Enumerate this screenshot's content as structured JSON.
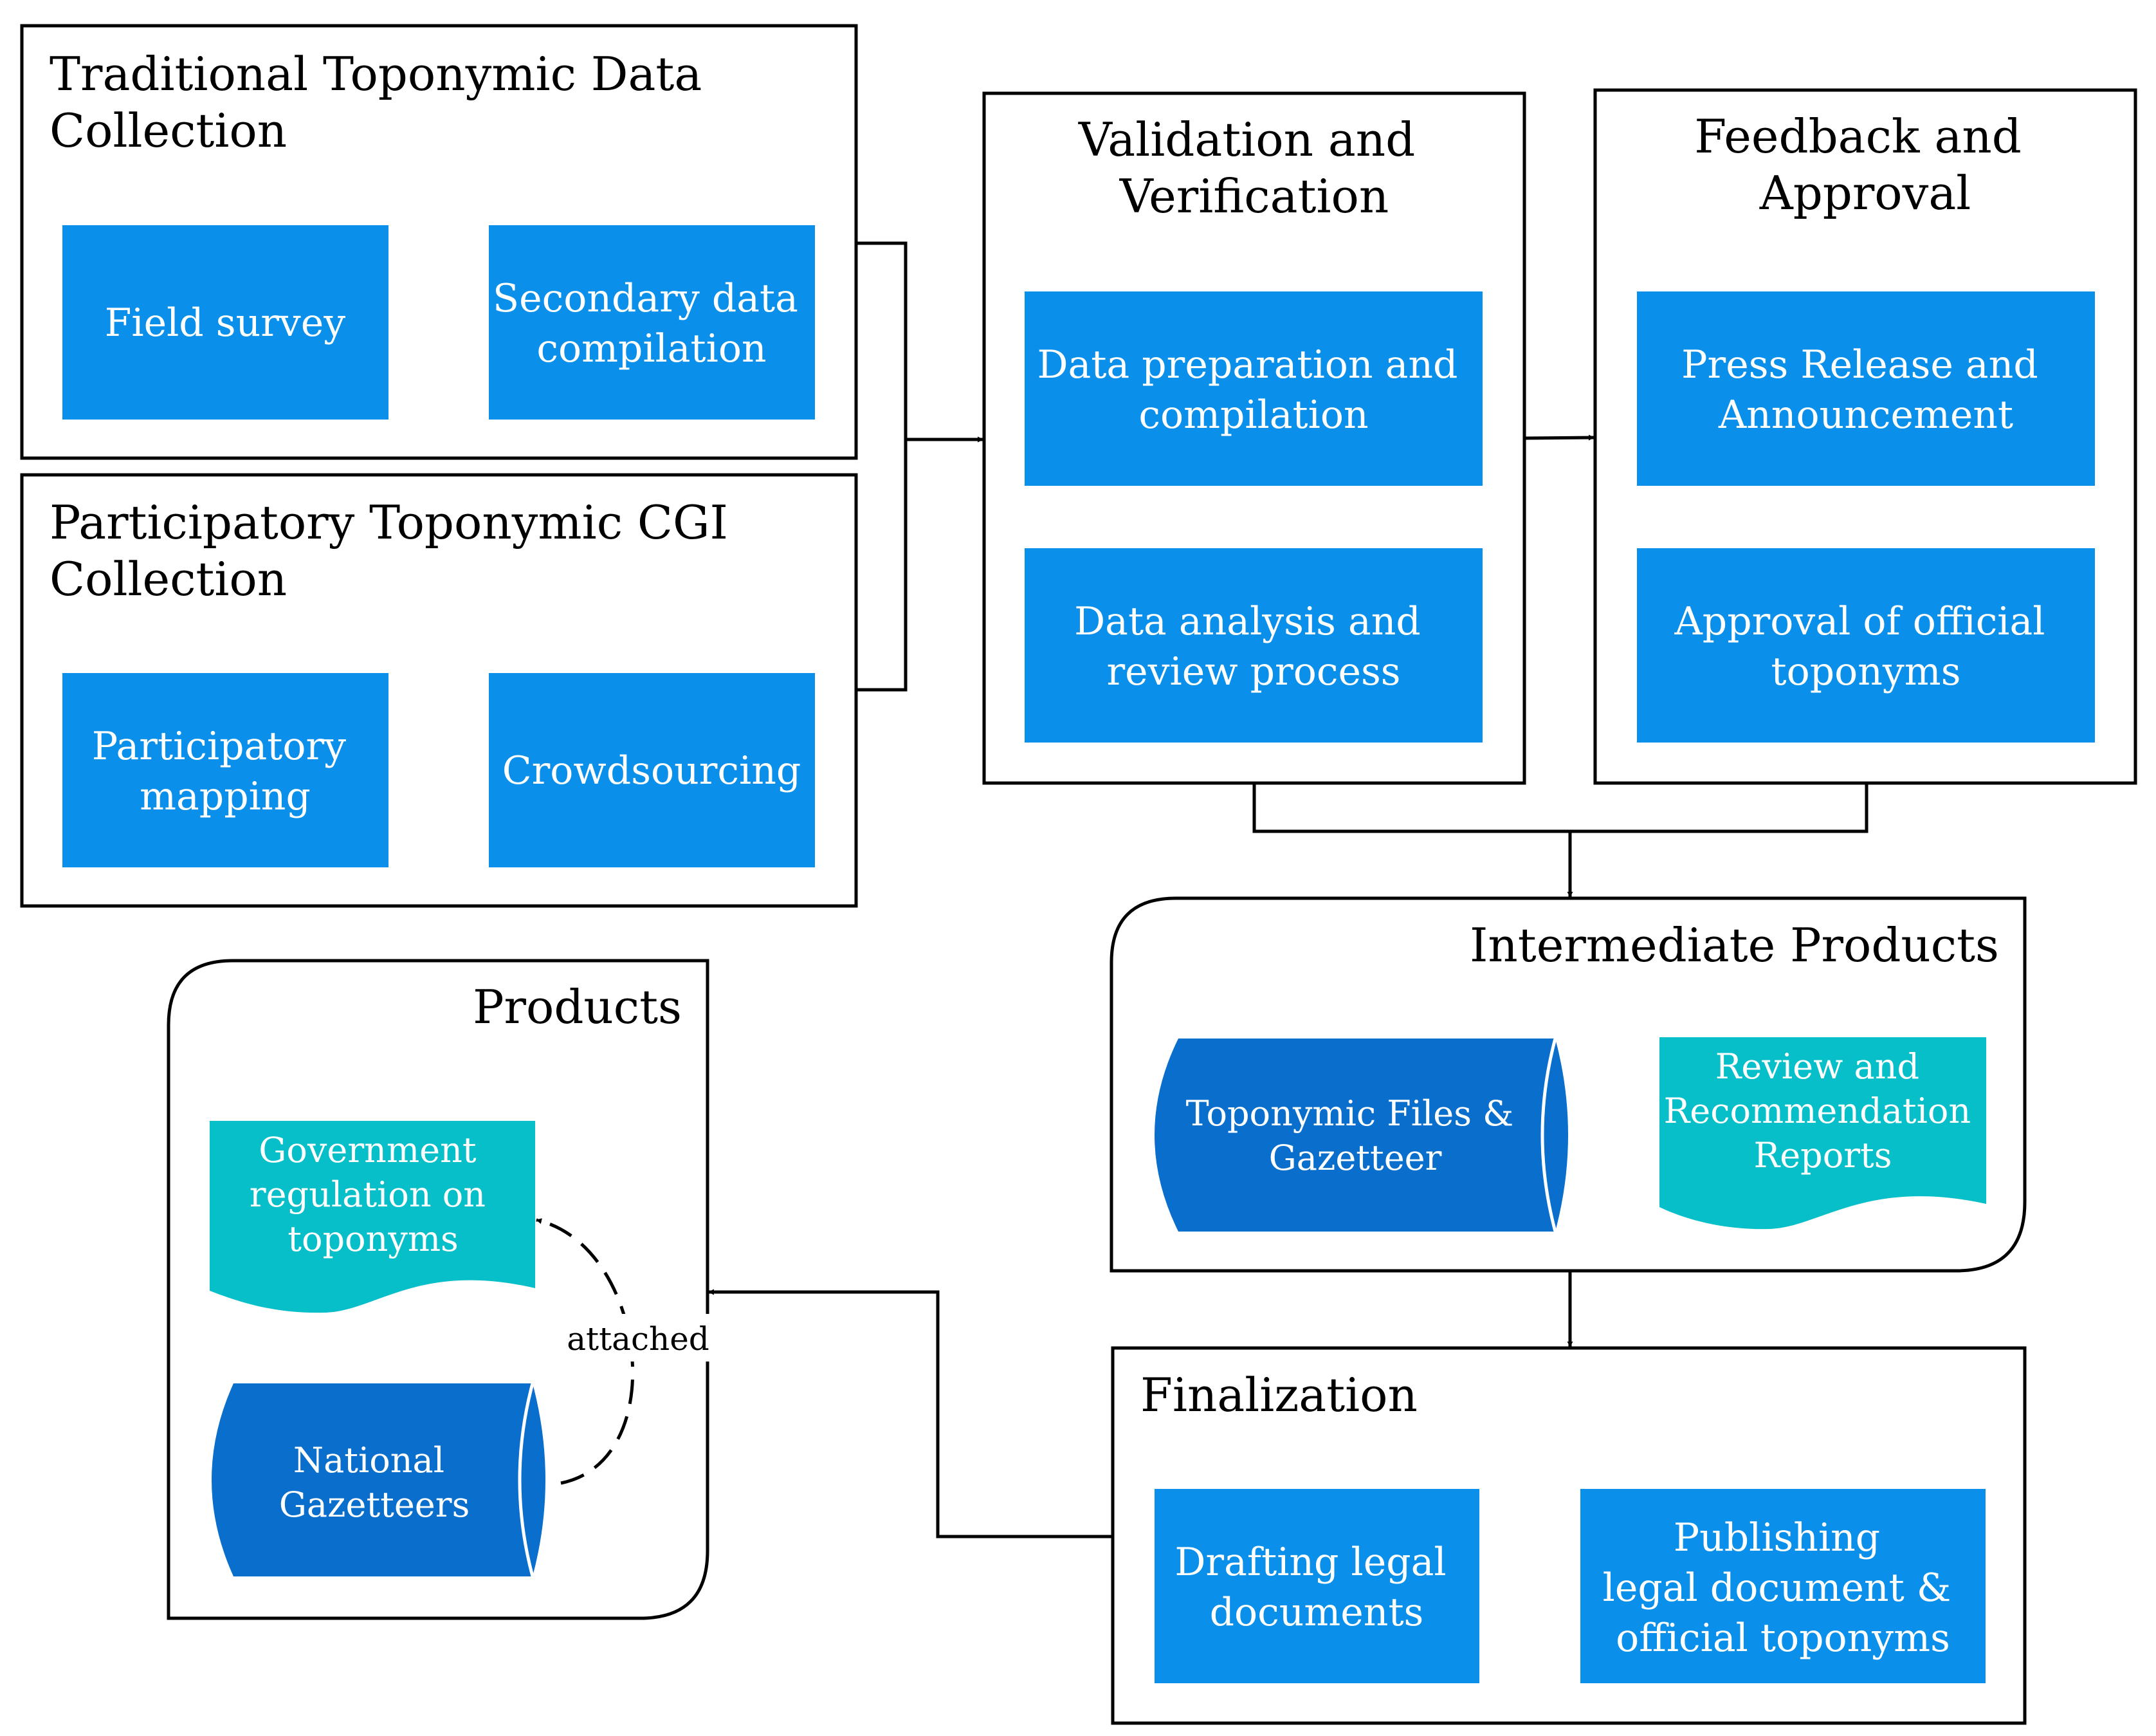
{
  "colors": {
    "blue_box": "#0a8fea",
    "cylinder": "#0a6fcc",
    "document": "#06bfc8",
    "line": "#000000",
    "box_text": "#ffffff",
    "title_text": "#000000"
  },
  "groups": {
    "traditional": {
      "title": [
        "Traditional Toponymic Data",
        "Collection"
      ],
      "items": [
        [
          "Field survey"
        ],
        [
          "Secondary data",
          "compilation"
        ]
      ]
    },
    "participatory": {
      "title": [
        "Participatory Toponymic CGI",
        "Collection"
      ],
      "items": [
        [
          "Participatory",
          "mapping"
        ],
        [
          "Crowdsourcing"
        ]
      ]
    },
    "validation": {
      "title": [
        "Validation and",
        "Verification"
      ],
      "items": [
        [
          "Data preparation and",
          "compilation"
        ],
        [
          "Data analysis and",
          "review process"
        ]
      ]
    },
    "feedback": {
      "title": [
        "Feedback and",
        "Approval"
      ],
      "items": [
        [
          "Press Release and",
          "Announcement"
        ],
        [
          "Approval of official",
          "toponyms"
        ]
      ]
    },
    "intermediate": {
      "title": "Intermediate Products",
      "cylinder": [
        "Toponymic Files &",
        "Gazetteer"
      ],
      "document": [
        "Review and",
        "Recommendation",
        "Reports"
      ]
    },
    "finalization": {
      "title": "Finalization",
      "items": [
        [
          "Drafting legal",
          "documents"
        ],
        [
          "Publishing",
          "legal document &",
          "official toponyms"
        ]
      ]
    },
    "products": {
      "title": "Products",
      "document": [
        "Government",
        "regulation on",
        "toponyms"
      ],
      "cylinder": [
        "National",
        "Gazetteers"
      ],
      "attached_label": "attached"
    }
  }
}
